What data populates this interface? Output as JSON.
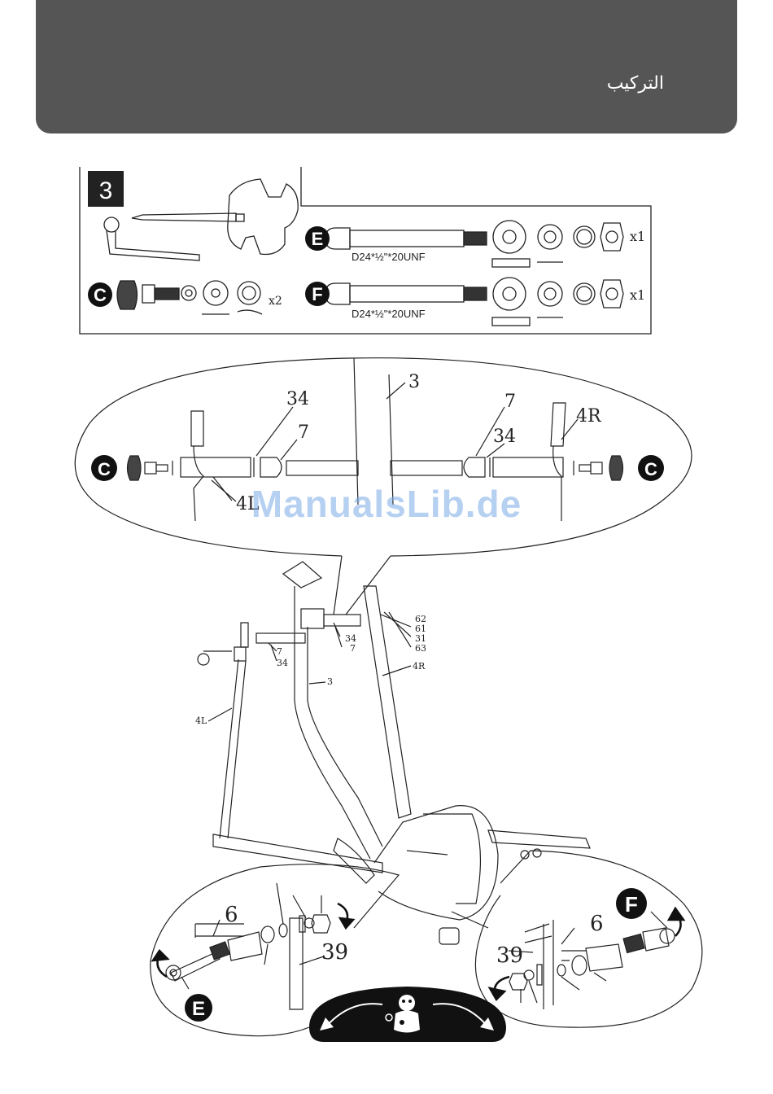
{
  "header": {
    "title": "التركيب"
  },
  "step": {
    "number": "3"
  },
  "hardware": {
    "bolt_spec_e": "D24*½\"*20UNF",
    "bolt_spec_f": "D24*½\"*20UNF",
    "qty_e": "x1",
    "qty_f": "x1",
    "qty_c": "x2",
    "letters": {
      "c": "C",
      "e": "E",
      "f": "F"
    }
  },
  "callouts": {
    "top": {
      "p3": "3",
      "p34a": "34",
      "p7a": "7",
      "p7b": "7",
      "p4r": "4R",
      "p34b": "34",
      "p4l": "4L"
    },
    "main": {
      "p62": "62",
      "p61": "61",
      "p31": "31",
      "p63": "63",
      "p34r": "34",
      "p7r": "7",
      "p7l": "7",
      "p34l": "34",
      "p3": "3",
      "p4r": "4R",
      "p4l": "4L"
    },
    "left": {
      "p6": "6",
      "p39": "39"
    },
    "right": {
      "p6": "6",
      "p39": "39"
    }
  },
  "watermark": "ManualsLib.de",
  "icons": [
    "allen-key-icon",
    "screwdriver-icon",
    "wrench-icon",
    "rotate-arrow-icon",
    "mascot-icon"
  ],
  "colors": {
    "header_bg": "#555555",
    "ink": "#222222",
    "watermark": "#78aae6"
  }
}
